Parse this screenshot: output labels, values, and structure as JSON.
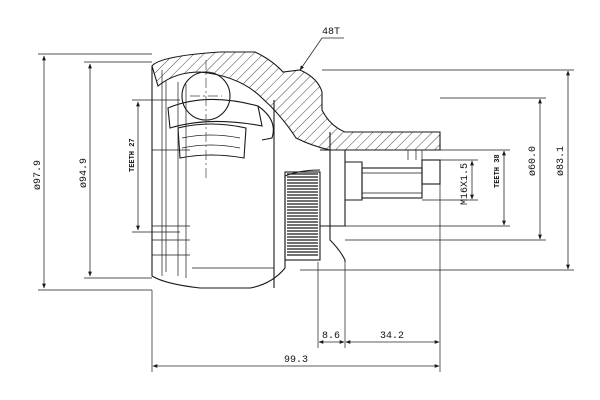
{
  "dimensions": {
    "teeth_outer": "48T",
    "outer_diameter": "ø97.9",
    "body_diameter": "ø94.9",
    "inner_teeth": "TEETH 27",
    "thread": "M16X1.5",
    "stub_teeth": "TEETH 38",
    "stub_diameter": "ø60.0",
    "flange_diameter": "ø83.1",
    "shoulder_length": "8.6",
    "stub_length": "34.2",
    "overall_length": "99.3"
  }
}
